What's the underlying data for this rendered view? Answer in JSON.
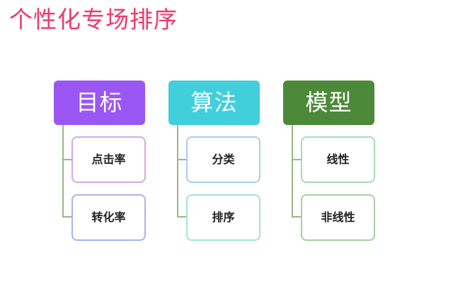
{
  "title": "个性化专场排序",
  "colors": {
    "title": "#ee3a6c",
    "connector": "#97b985"
  },
  "columns": [
    {
      "header": "目标",
      "header_color": "#9b57f4",
      "items": [
        {
          "label": "点击率",
          "border_color": "#d2a9ee"
        },
        {
          "label": "转化率",
          "border_color": "#a9b3ee"
        }
      ]
    },
    {
      "header": "算法",
      "header_color": "#41cfdb",
      "items": [
        {
          "label": "分类",
          "border_color": "#a8cdef"
        },
        {
          "label": "排序",
          "border_color": "#a6e3d4"
        }
      ]
    },
    {
      "header": "模型",
      "header_color": "#4c8a3a",
      "items": [
        {
          "label": "线性",
          "border_color": "#a6dbb5"
        },
        {
          "label": "非线性",
          "border_color": "#a9cfa0"
        }
      ]
    }
  ]
}
